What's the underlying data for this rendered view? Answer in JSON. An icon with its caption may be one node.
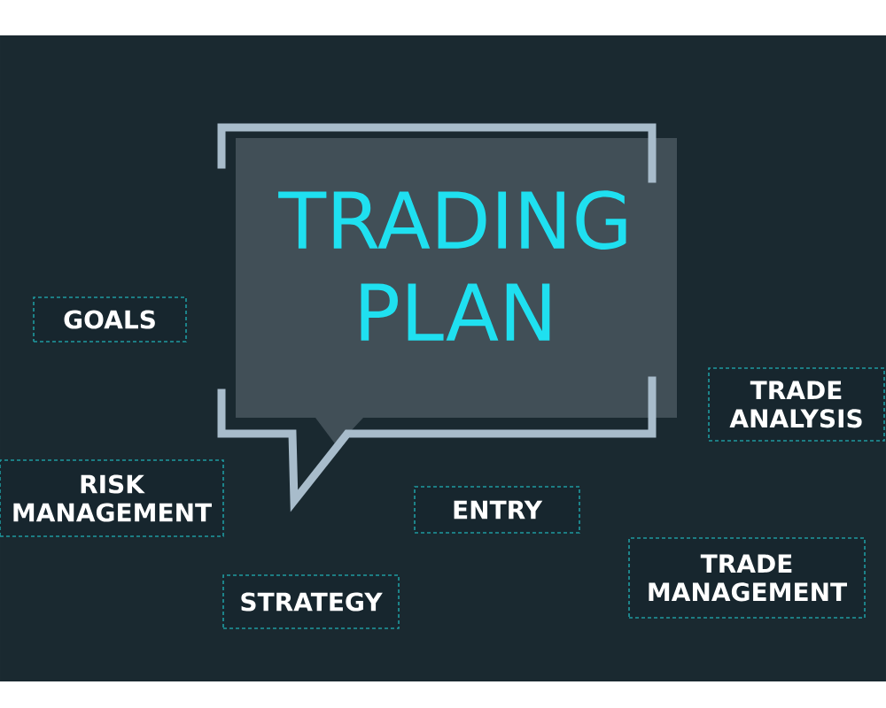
{
  "diagram": {
    "nodes": [
      {
        "text": [
          "TRADING PLAN"
        ]
      },
      {
        "text": [
          "GOALS"
        ]
      },
      {
        "text": [
          "RISK MANAGEMENT"
        ]
      },
      {
        "text": [
          "STRATEGY"
        ]
      },
      {
        "text": [
          "ENTRY"
        ]
      },
      {
        "text": [
          "TRADE ANALYSIS"
        ]
      },
      {
        "text": [
          "TRADE MANAGEMENT"
        ]
      }
    ],
    "edges": []
  }
}
